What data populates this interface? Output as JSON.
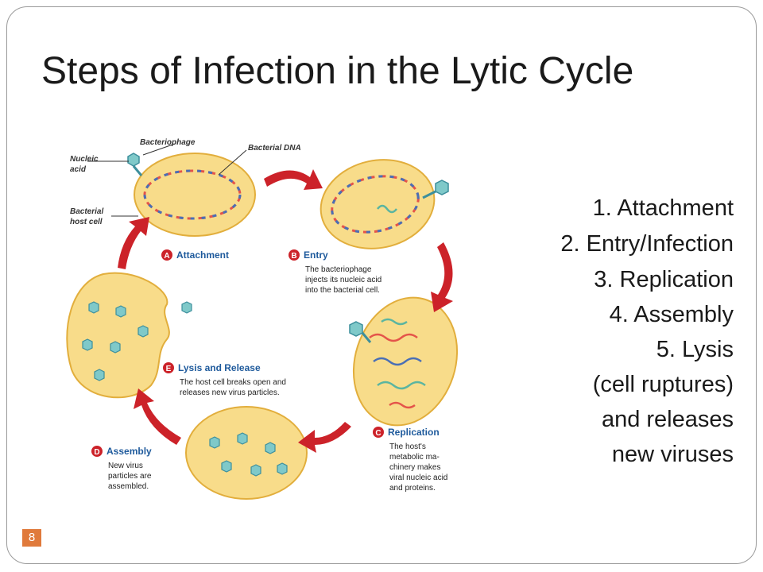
{
  "slide": {
    "title": "Steps of Infection in the Lytic Cycle",
    "page_number": "8",
    "accent_color": "#e07a3b"
  },
  "steps": [
    "1. Attachment",
    "2. Entry/Infection",
    "3. Replication",
    "4. Assembly",
    "5. Lysis",
    "(cell ruptures)",
    "and releases",
    "new viruses"
  ],
  "diagram": {
    "callouts": {
      "bacteriophage": "Bacteriophage",
      "bacterial_dna": "Bacterial DNA",
      "nucleic_acid_1": "Nucleic",
      "nucleic_acid_2": "acid",
      "host_cell_1": "Bacterial",
      "host_cell_2": "host cell"
    },
    "stages": [
      {
        "letter": "A",
        "title": "Attachment",
        "desc": []
      },
      {
        "letter": "B",
        "title": "Entry",
        "desc": [
          "The bacteriophage",
          "injects its nucleic acid",
          "into the bacterial cell."
        ]
      },
      {
        "letter": "C",
        "title": "Replication",
        "desc": [
          "The host's",
          "metabolic ma-",
          "chinery makes",
          "viral nucleic acid",
          "and proteins."
        ]
      },
      {
        "letter": "D",
        "title": "Assembly",
        "desc": [
          "New virus",
          "particles are",
          "assembled."
        ]
      },
      {
        "letter": "E",
        "title": "Lysis and Release",
        "desc": [
          "The host cell breaks open and",
          "releases new virus particles."
        ]
      }
    ],
    "colors": {
      "cell_fill": "#f8dc8a",
      "cell_stroke": "#e2ae3c",
      "dna_red": "#e4544a",
      "dna_blue": "#4a6fb5",
      "arrow_red": "#cc2229",
      "virus_teal": "#7fc9c9",
      "virus_stroke": "#3d8f9c",
      "stage_title": "#1e5a9c"
    }
  }
}
